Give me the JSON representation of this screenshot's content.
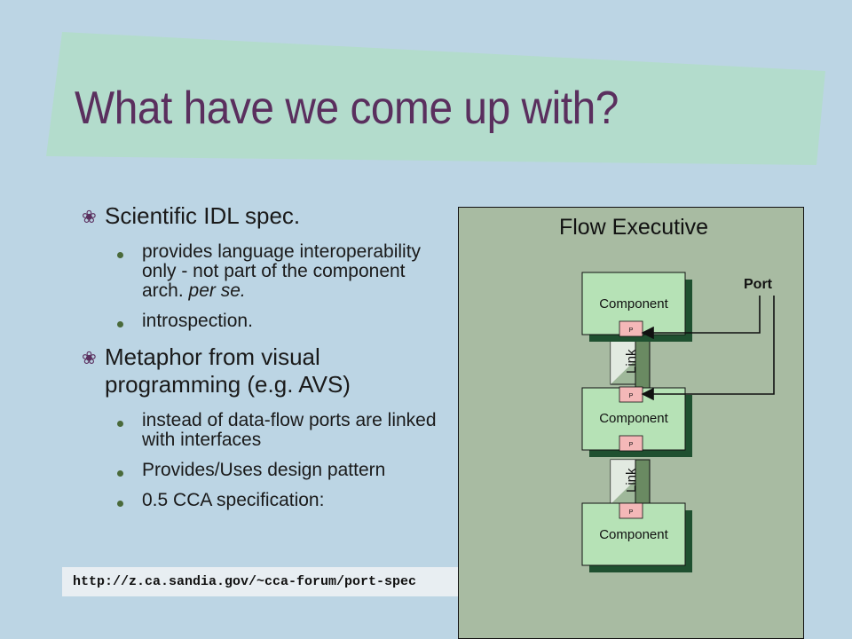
{
  "slide": {
    "title": "What have we come up with?",
    "url": "http://z.ca.sandia.gov/~cca-forum/port-spec"
  },
  "bullets": {
    "b1": "Scientific IDL spec.",
    "b1_1": "provides language interoperability only - not part of the component arch.",
    "b1_1_italic": "per se.",
    "b1_2": "introspection.",
    "b2": "Metaphor from visual programming (e.g. AVS)",
    "b2_1": "instead of data-flow ports are linked with interfaces",
    "b2_2": "Provides/Uses design pattern",
    "b2_3": "0.5 CCA specification:"
  },
  "diagram": {
    "title": "Flow Executive",
    "components": [
      "Component",
      "Component",
      "Component"
    ],
    "port_marker": "P",
    "port_label": "Port",
    "links": [
      "Link",
      "Link"
    ]
  },
  "colors": {
    "background": "#bcd5e4",
    "title_band": "#b3dccc",
    "title_text": "#5a2f5e",
    "diagram_bg": "#a8bba2",
    "component_fill": "#b6e2b6",
    "component_shadow": "#1f5030",
    "port_fill": "#f4b8b8"
  }
}
